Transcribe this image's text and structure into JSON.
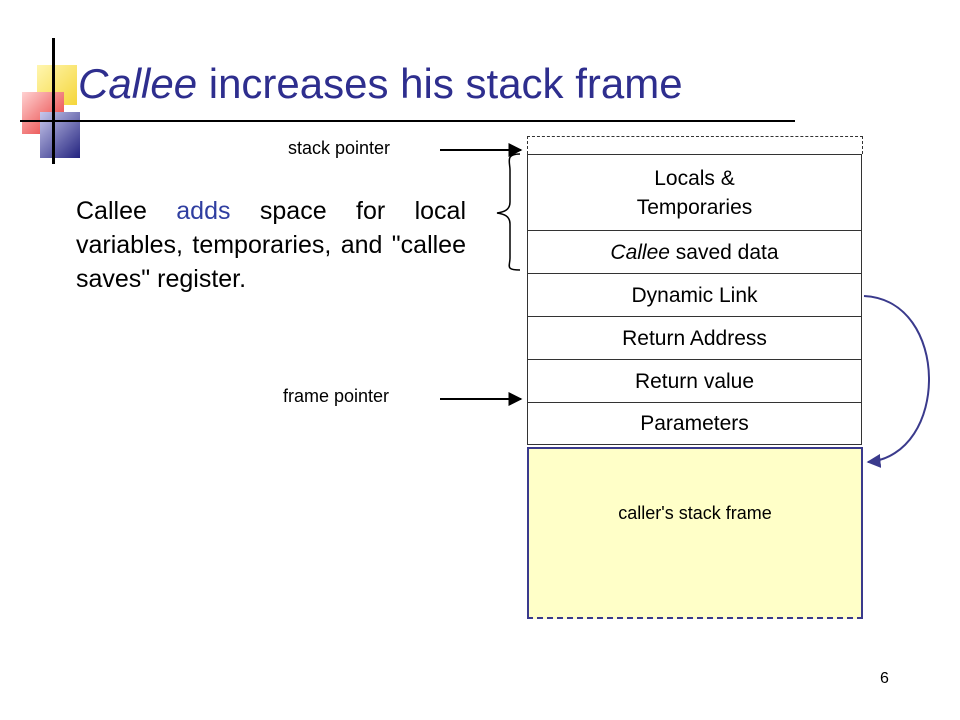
{
  "slide": {
    "title_emphasis": "Callee",
    "title_rest": " increases his stack frame",
    "body": {
      "part1": "Callee ",
      "accent": "adds",
      "part2": " space for local variables, temporaries, and \"callee saves\" register."
    },
    "stack_pointer_label": "stack pointer",
    "frame_pointer_label": "frame pointer",
    "cells": {
      "locals": "Locals &\nTemporaries",
      "callee_saved_emphasis": "Callee",
      "callee_saved_rest": " saved data",
      "dynamic_link": "Dynamic Link",
      "return_address": "Return Address",
      "return_value": "Return value",
      "parameters": "Parameters"
    },
    "caller_frame": "caller's stack frame",
    "page_number": "6"
  },
  "colors": {
    "title": "#2e2e8e",
    "accent": "#2f3ea0",
    "caller_fill": "#ffffc8",
    "link_arrow": "#3a3a8c"
  }
}
